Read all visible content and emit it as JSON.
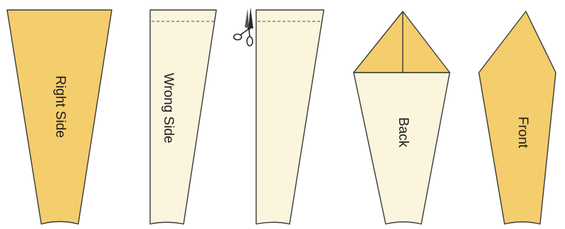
{
  "colors": {
    "right_side_fill": "#f4cd6c",
    "wrong_side_fill": "#fbf5dd",
    "outline": "#3a3a3a",
    "seam_line": "#6a6a6a",
    "text": "#1a1a1a"
  },
  "pieces": {
    "right_side": {
      "label": "Right Side"
    },
    "wrong_side": {
      "label": "Wrong Side"
    },
    "trimmed": {
      "icon": "scissors-icon"
    },
    "back": {
      "label": "Back"
    },
    "front": {
      "label": "Front"
    }
  }
}
